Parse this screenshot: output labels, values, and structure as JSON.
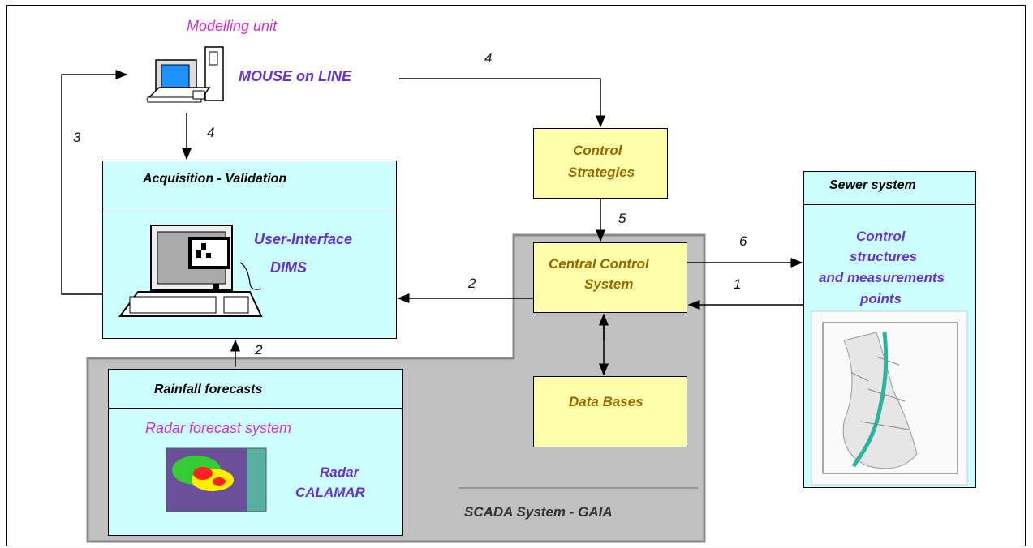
{
  "diagram": {
    "modelling_unit_label": "Modelling unit",
    "mouse_label": "MOUSE on LINE",
    "acquisition_title": "Acquisition - Validation",
    "user_interface_label": "User-Interface",
    "dims_label": "DIMS",
    "control_strategies_line1": "Control",
    "control_strategies_line2": "Strategies",
    "central_control_line1": "Central Control",
    "central_control_line2": "System",
    "data_bases_label": "Data Bases",
    "sewer_title": "Sewer system",
    "sewer_line1": "Control",
    "sewer_line2": "structures",
    "sewer_line3": "and measurements",
    "sewer_line4": "points",
    "rainfall_title": "Rainfall forecasts",
    "radar_system_label": "Radar forecast system",
    "radar_line1": "Radar",
    "radar_line2": "CALAMAR",
    "scada_label": "SCADA System -  GAIA",
    "arrow_labels": {
      "mouse_to_strategies": "4",
      "computer_to_acquisition": "4",
      "acquisition_to_computer": "3",
      "strategies_to_central": "5",
      "central_to_sewer": "6",
      "sewer_to_central": "1",
      "central_to_acquisition": "2",
      "rainfall_to_acquisition": "2"
    },
    "colors": {
      "cyan_box": "#ccffff",
      "yellow_box": "#ffffaa",
      "scada_gray": "#c0c0c0",
      "magenta_text": "#cc33cc",
      "purple_text": "#6633cc",
      "olive_text": "#996600"
    }
  }
}
